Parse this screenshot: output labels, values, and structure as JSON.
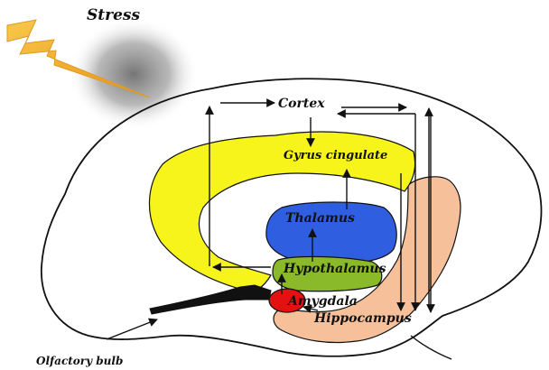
{
  "title": "Stress",
  "labels": {
    "cortex": "Cortex",
    "gyrus_cingulate": "Gyrus cingulate",
    "thalamus": "Thalamus",
    "hypothalamus": "Hypothalamus",
    "amygdala": "Amygdala",
    "hippocampus": "Hippocampus",
    "olfactory_bulb": "Olfactory bulb"
  },
  "colors": {
    "gyrus_cingulate": "#f6f41a",
    "thalamus": "#2f5fe0",
    "hypothalamus": "#8ab92a",
    "amygdala": "#e51010",
    "hippocampus": "#f6c09a",
    "lightning": "#f3b020",
    "outline": "#111111"
  }
}
